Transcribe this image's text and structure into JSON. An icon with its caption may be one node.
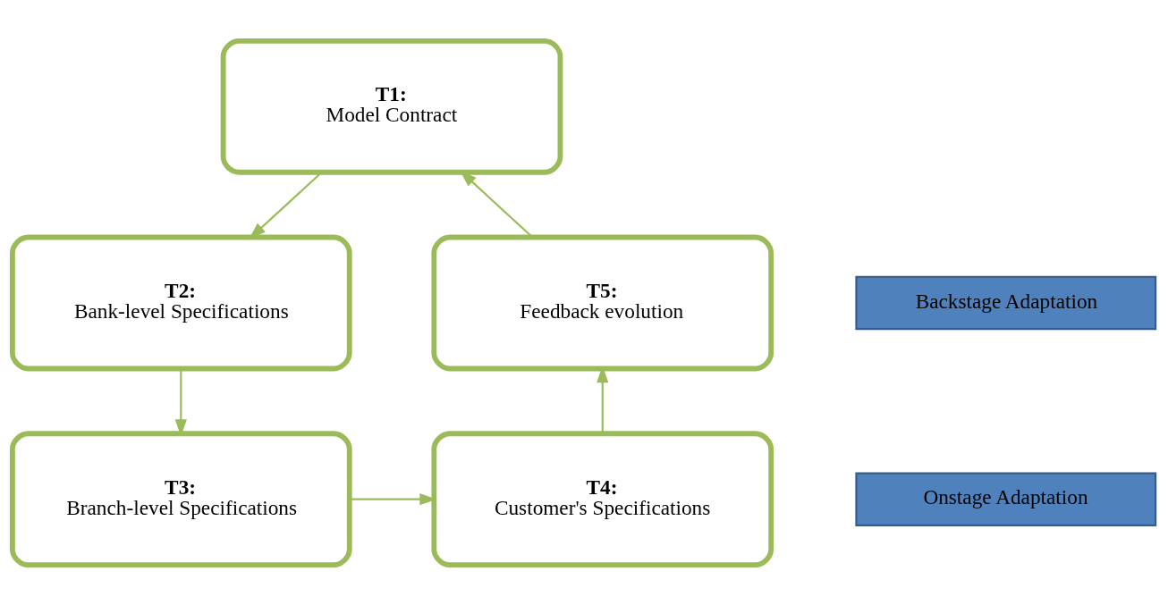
{
  "diagram": {
    "nodes": [
      {
        "text": [
          "T1:",
          "Model Contract"
        ]
      },
      {
        "text": [
          "T2:",
          "Bank-level Specifications"
        ]
      },
      {
        "text": [
          "T3:",
          "Branch-level Specifications"
        ]
      },
      {
        "text": [
          "T4:",
          "Customer's Specifications"
        ]
      },
      {
        "text": [
          "T5:",
          "Feedback evolution"
        ]
      },
      {
        "text": [
          "Backstage Adaptation"
        ]
      },
      {
        "text": [
          "Onstage Adaptation"
        ]
      }
    ],
    "edges": [
      {
        "from": 0,
        "to": 1,
        "arrow": "to"
      },
      {
        "from": 1,
        "to": 2,
        "arrow": "to"
      },
      {
        "from": 2,
        "to": 3,
        "arrow": "to"
      },
      {
        "from": 3,
        "to": 4,
        "arrow": "to"
      },
      {
        "from": 4,
        "to": 0,
        "arrow": "to"
      }
    ]
  }
}
